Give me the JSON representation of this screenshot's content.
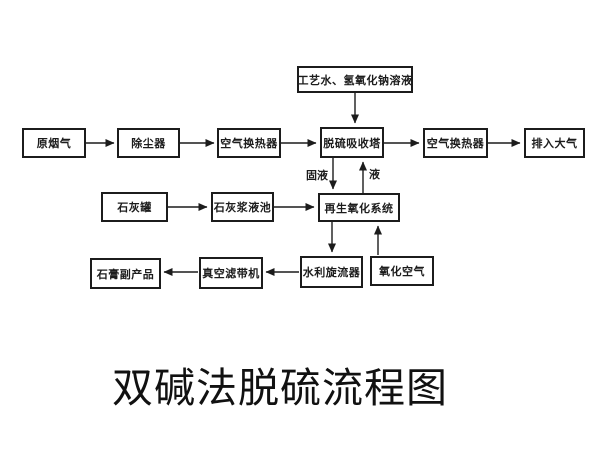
{
  "diagram": {
    "title": "双碱法脱硫流程图",
    "nodes": {
      "process_water": "工艺水、氢氧化钠溶液",
      "raw_flue_gas": "原烟气",
      "dust_remover": "除尘器",
      "air_heat_exchanger_1": "空气换热器",
      "absorber": "脱硫吸收塔",
      "air_heat_exchanger_2": "空气换热器",
      "discharge_atmosphere": "排入大气",
      "lime_tank": "石灰罐",
      "lime_slurry_pool": "石灰浆液池",
      "regeneration_oxidation_system": "再生氧化系统",
      "gypsum_byproduct": "石膏副产品",
      "vacuum_belt_filter": "真空滤带机",
      "hydrocyclone": "水利旋流器",
      "oxidation_air": "氧化空气"
    },
    "edge_labels": {
      "solid_liquid": "固液",
      "liquid": "液"
    },
    "line_color": "#1c1c1c",
    "background_color": "#ffffff"
  }
}
